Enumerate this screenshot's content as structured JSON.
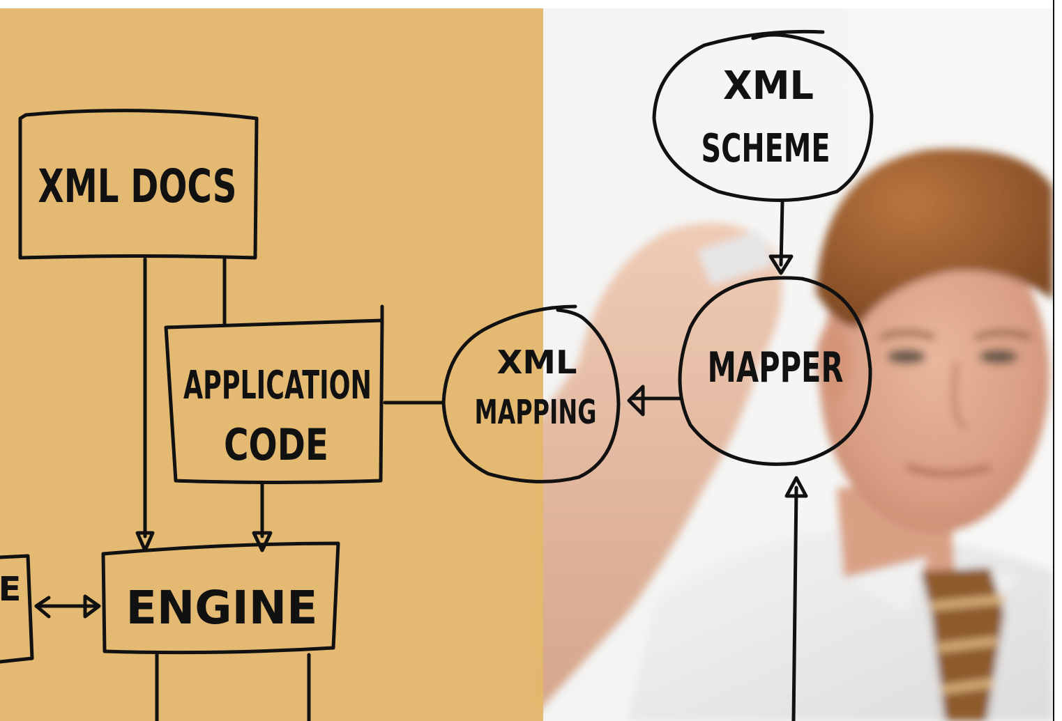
{
  "diagram": {
    "nodes": {
      "xml_docs": "XML DOCS",
      "application_code_line1": "APPLICATION",
      "application_code_line2": "CODE",
      "engine": "ENGINE",
      "cut_left_box": "E",
      "xml_mapping_line1": "XML",
      "xml_mapping_line2": "MAPPING",
      "mapper": "MAPPER",
      "xml_scheme_line1": "XML",
      "xml_scheme_line2": "SCHEME"
    }
  },
  "colors": {
    "panel_left": "#e3b86d",
    "ink": "#111111"
  }
}
